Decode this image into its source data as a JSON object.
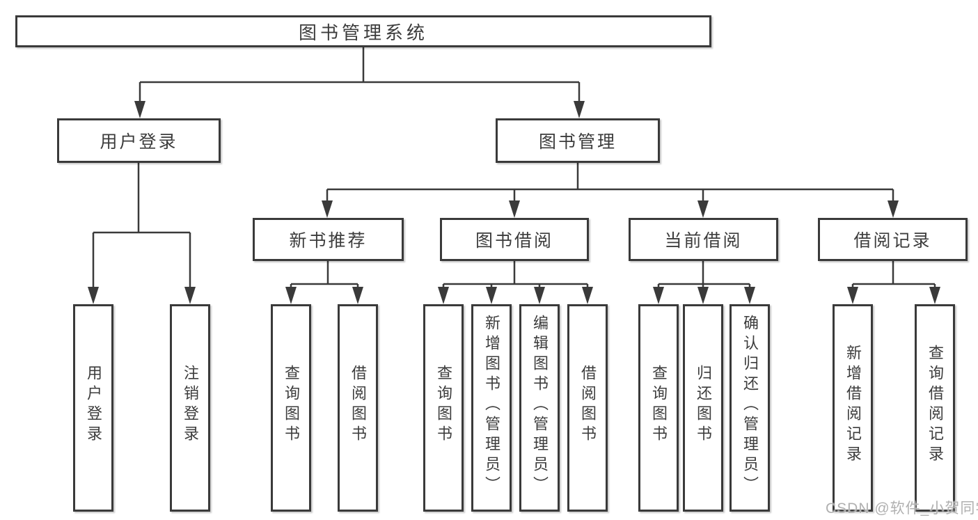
{
  "diagram": {
    "root": {
      "label": "图书管理系统"
    },
    "level2": [
      {
        "label": "用户登录"
      },
      {
        "label": "图书管理"
      }
    ],
    "level3": [
      {
        "label": "新书推荐",
        "parent": "图书管理"
      },
      {
        "label": "图书借阅",
        "parent": "图书管理"
      },
      {
        "label": "当前借阅",
        "parent": "图书管理"
      },
      {
        "label": "借阅记录",
        "parent": "图书管理"
      }
    ],
    "leaves": [
      {
        "label": "用户登录",
        "parent": "用户登录"
      },
      {
        "label": "注销登录",
        "parent": "用户登录"
      },
      {
        "label": "查询图书",
        "parent": "新书推荐"
      },
      {
        "label": "借阅图书",
        "parent": "新书推荐"
      },
      {
        "label": "查询图书",
        "parent": "图书借阅"
      },
      {
        "label": "新增图书（管理员）",
        "parent": "图书借阅"
      },
      {
        "label": "编辑图书（管理员）",
        "parent": "图书借阅"
      },
      {
        "label": "借阅图书",
        "parent": "图书借阅"
      },
      {
        "label": "查询图书",
        "parent": "当前借阅"
      },
      {
        "label": "归还图书",
        "parent": "当前借阅"
      },
      {
        "label": "确认归还（管理员）",
        "parent": "当前借阅"
      },
      {
        "label": "新增借阅记录",
        "parent": "借阅记录"
      },
      {
        "label": "查询借阅记录",
        "parent": "借阅记录"
      }
    ],
    "colors": {
      "line": "#3a3a3a",
      "box_border": "#3a3a3a",
      "text": "#3c3c3c",
      "background": "#ffffff",
      "watermark_text": "#b0b0b0"
    }
  },
  "watermark": {
    "text": "CSDN @软件_小贺同学"
  }
}
